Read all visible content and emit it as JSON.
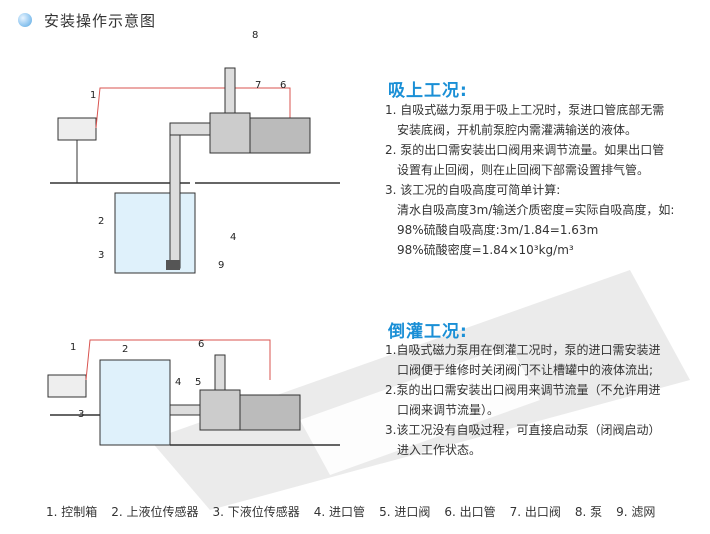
{
  "title": "安装操作示意图",
  "suction": {
    "heading": "吸上工况:",
    "lines": [
      "1. 自吸式磁力泵用于吸上工况时，泵进口管底部无需",
      "安装底阀，开机前泵腔内需灌满输送的液体。",
      "2. 泵的出口需安装出口阀用来调节流量。如果出口管",
      "设置有止回阀，则在止回阀下部需设置排气管。",
      "3. 该工况的自吸高度可简单计算:",
      "清水自吸高度3m/输送介质密度=实际自吸高度，如:",
      "98%硫酸自吸高度:3m/1.84=1.63m",
      "98%硫酸密度=1.84×10³kg/m³"
    ],
    "labels": [
      "1",
      "2",
      "3",
      "4",
      "6",
      "7",
      "8",
      "9"
    ]
  },
  "flooded": {
    "heading": "倒灌工况:",
    "lines": [
      "1.自吸式磁力泵用在倒灌工况时，泵的进口需安装进",
      "口阀便于维修时关闭阀门不让槽罐中的液体流出;",
      "2.泵的出口需安装出口阀用来调节流量（不允许用进",
      "口阀来调节流量）。",
      "3.该工况没有自吸过程，可直接启动泵（闭阀启动）",
      "进入工作状态。"
    ],
    "labels": [
      "1",
      "2",
      "3",
      "4",
      "5",
      "6"
    ]
  },
  "legend": [
    "1. 控制箱",
    "2. 上液位传感器",
    "3. 下液位传感器",
    "4. 进口管",
    "5. 进口阀",
    "6. 出口管",
    "7. 出口阀",
    "8. 泵",
    "9. 滤网"
  ],
  "colors": {
    "accent": "#1a8fd6",
    "wire": "#d9534f",
    "liquid": "#dff1fb",
    "watermark": "#d8d8d8"
  }
}
